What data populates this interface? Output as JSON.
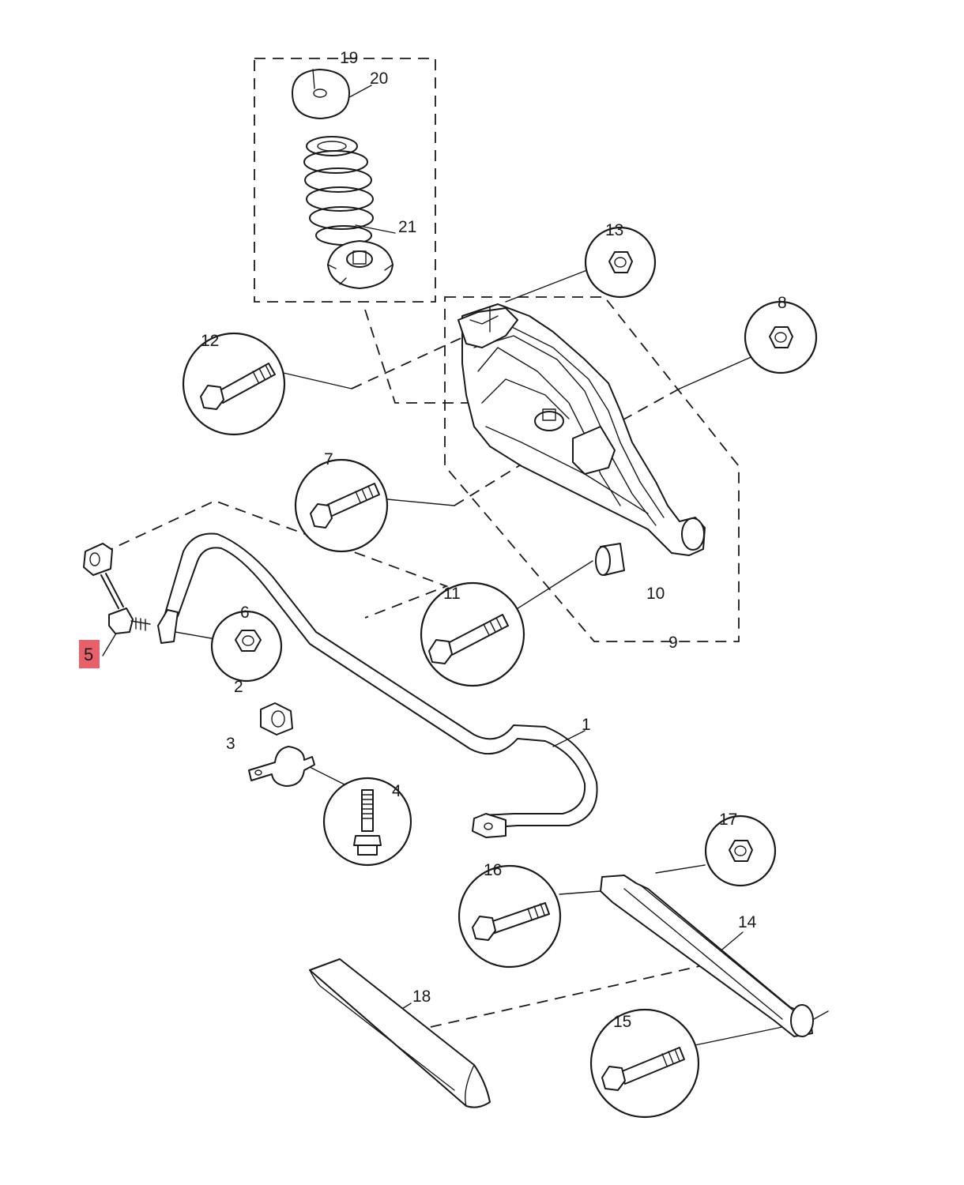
{
  "diagram": {
    "highlight_color": "#e8606a",
    "highlighted_callout": "5",
    "callouts": {
      "c1": "1",
      "c2": "2",
      "c3": "3",
      "c4": "4",
      "c5": "5",
      "c6": "6",
      "c7": "7",
      "c8": "8",
      "c9": "9",
      "c10": "10",
      "c11": "11",
      "c12": "12",
      "c13": "13",
      "c14": "14",
      "c15": "15",
      "c16": "16",
      "c17": "17",
      "c18": "18",
      "c19": "19",
      "c20": "20",
      "c21": "21"
    },
    "detail_icons": {
      "c4": "stud-bolt-icon",
      "c6": "nut-icon",
      "c7": "hex-bolt-icon",
      "c8": "nut-icon",
      "c11": "hex-bolt-icon",
      "c12": "hex-bolt-icon",
      "c13": "nut-icon",
      "c15": "hex-bolt-icon",
      "c16": "hex-bolt-icon",
      "c17": "nut-icon"
    }
  }
}
